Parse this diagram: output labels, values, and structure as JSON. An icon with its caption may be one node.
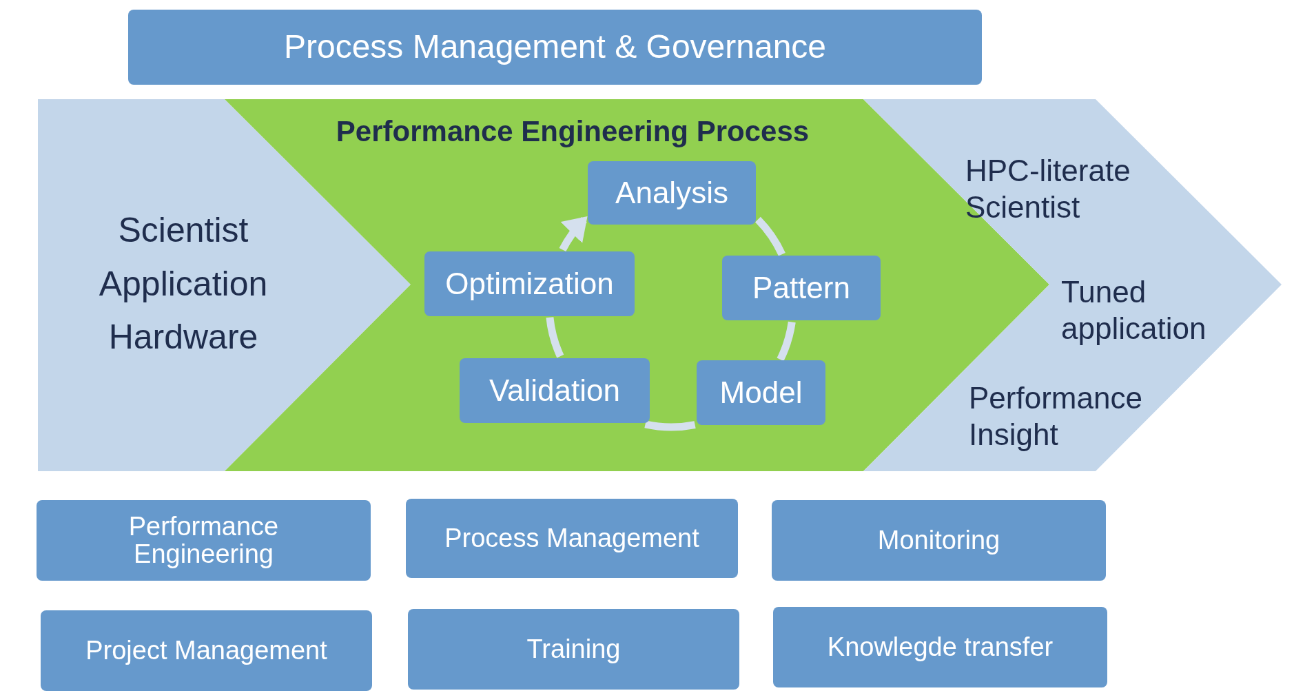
{
  "diagram": {
    "nodes": [
      {
        "text": [
          "Process Management & Governance"
        ]
      },
      {
        "text": [
          "Scientist",
          "Application",
          "Hardware"
        ]
      },
      {
        "text": [
          "Performance Engineering Process"
        ]
      },
      {
        "text": [
          "Analysis"
        ],
        "in": 2
      },
      {
        "text": [
          "Pattern"
        ],
        "in": 2
      },
      {
        "text": [
          "Model"
        ],
        "in": 2
      },
      {
        "text": [
          "Validation"
        ],
        "in": 2
      },
      {
        "text": [
          "Optimization"
        ],
        "in": 2
      },
      {
        "text": [
          "HPC-literate Scientist",
          "Tuned application",
          "Performance Insight"
        ]
      },
      {
        "text": [
          "Performance Engineering"
        ]
      },
      {
        "text": [
          "Process Management"
        ]
      },
      {
        "text": [
          "Monitoring"
        ]
      },
      {
        "text": [
          "Project Management"
        ]
      },
      {
        "text": [
          "Training"
        ]
      },
      {
        "text": [
          "Knowlegde transfer"
        ]
      }
    ],
    "edges": [
      {
        "from": 7,
        "to": 3,
        "arrow": "to"
      },
      {
        "from": 3,
        "to": 4,
        "arrow": "none"
      },
      {
        "from": 4,
        "to": 5,
        "arrow": "none"
      },
      {
        "from": 5,
        "to": 6,
        "arrow": "none"
      },
      {
        "from": 6,
        "to": 7,
        "arrow": "none"
      }
    ]
  }
}
